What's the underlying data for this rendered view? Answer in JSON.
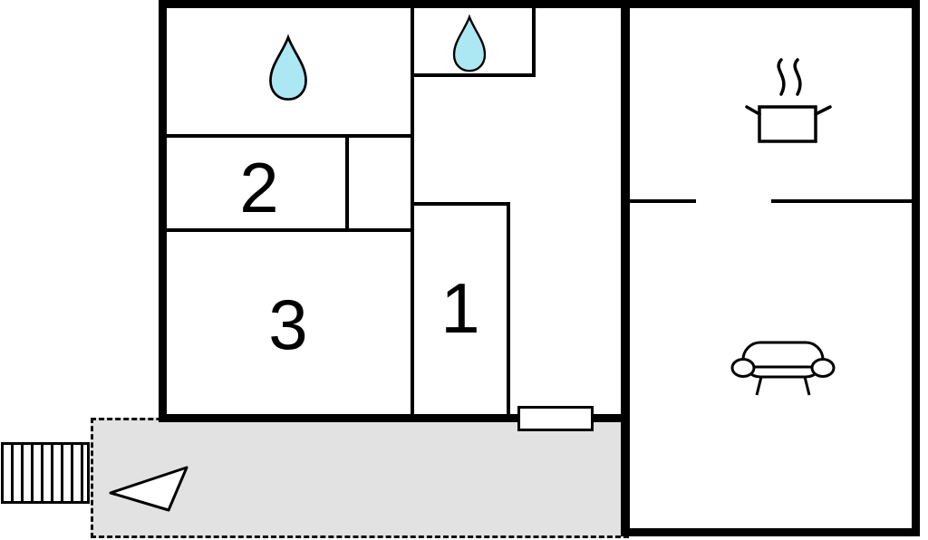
{
  "floor_plan": {
    "type": "apartment-floor-plan",
    "rooms": [
      {
        "id": "room-1",
        "label": "1"
      },
      {
        "id": "room-2",
        "label": "2"
      },
      {
        "id": "room-3",
        "label": "3"
      }
    ],
    "icons": [
      "water-drop-icon",
      "water-drop-icon",
      "stove-pot-steam-icon",
      "sofa-icon",
      "stairs-icon",
      "direction-arrow-icon",
      "door-opening-marker"
    ],
    "colors": {
      "wall": "#000000",
      "background": "#ffffff",
      "water_drop_fill": "#ace7f4",
      "terrace_fill": "#e2e2e2"
    }
  }
}
